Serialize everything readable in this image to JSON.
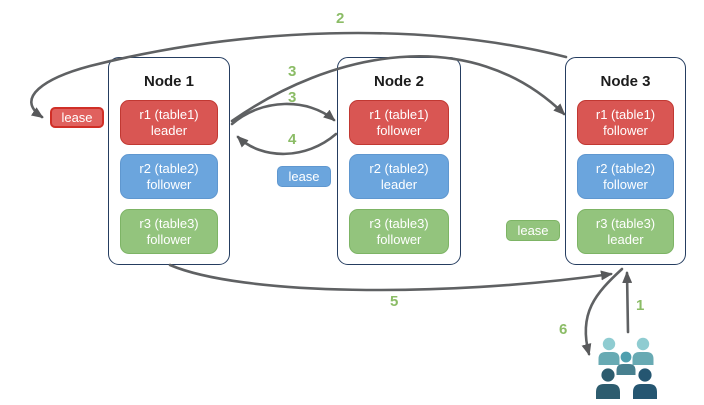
{
  "diagram": {
    "background": "#ffffff",
    "arrow_color": "#5f6163",
    "step_label_color": "#8bbc66",
    "node_border_color": "#253d60",
    "replica_colors": {
      "red": {
        "fill": "#d95653",
        "border": "#c13832"
      },
      "blue": {
        "fill": "#6ba5dd",
        "border": "#5f97cf"
      },
      "green": {
        "fill": "#93c47d",
        "border": "#7db465"
      }
    },
    "nodes": [
      {
        "title": "Node 1",
        "replicas": [
          {
            "name": "r1 (table1)",
            "role": "leader",
            "color": "red"
          },
          {
            "name": "r2 (table2)",
            "role": "follower",
            "color": "blue"
          },
          {
            "name": "r3 (table3)",
            "role": "follower",
            "color": "green"
          }
        ]
      },
      {
        "title": "Node 2",
        "replicas": [
          {
            "name": "r1 (table1)",
            "role": "follower",
            "color": "red"
          },
          {
            "name": "r2 (table2)",
            "role": "leader",
            "color": "blue"
          },
          {
            "name": "r3 (table3)",
            "role": "follower",
            "color": "green"
          }
        ]
      },
      {
        "title": "Node 3",
        "replicas": [
          {
            "name": "r1 (table1)",
            "role": "follower",
            "color": "red"
          },
          {
            "name": "r2 (table2)",
            "role": "follower",
            "color": "blue"
          },
          {
            "name": "r3 (table3)",
            "role": "leader",
            "color": "green"
          }
        ]
      }
    ],
    "leases": [
      {
        "label": "lease",
        "color": "red"
      },
      {
        "label": "lease",
        "color": "blue"
      },
      {
        "label": "lease",
        "color": "green"
      }
    ],
    "steps": {
      "step1": "1",
      "step2": "2",
      "step3_to_node3": "3",
      "step3_to_node2": "3",
      "step4": "4",
      "step5": "5",
      "step6": "6"
    },
    "users_icon_colors": {
      "light": "#8fccd1",
      "medium": "#4f9fae",
      "dark": "#2d5c6e"
    }
  }
}
